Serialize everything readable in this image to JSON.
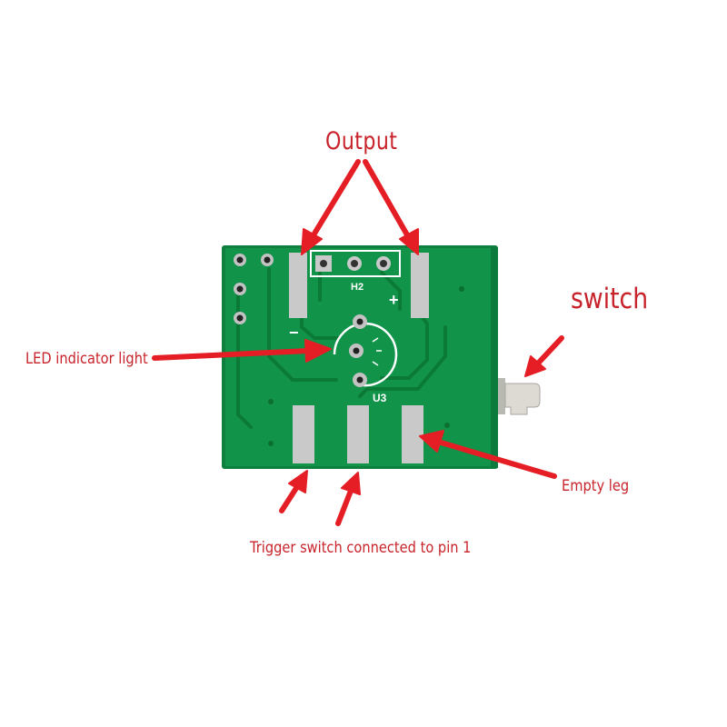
{
  "labels": {
    "output": "Output",
    "switch": "switch",
    "led": "LED indicator light",
    "empty_leg": "Empty leg",
    "trigger": "Trigger switch connected to pin 1"
  },
  "silkscreen": {
    "header": "H2",
    "chip": "U3",
    "minus": "−",
    "plus": "+"
  },
  "colors": {
    "annotation": "#e51d24",
    "label_text": "#c8232b",
    "pcb": "#0f8a45",
    "pad": "#c9c9c9"
  }
}
